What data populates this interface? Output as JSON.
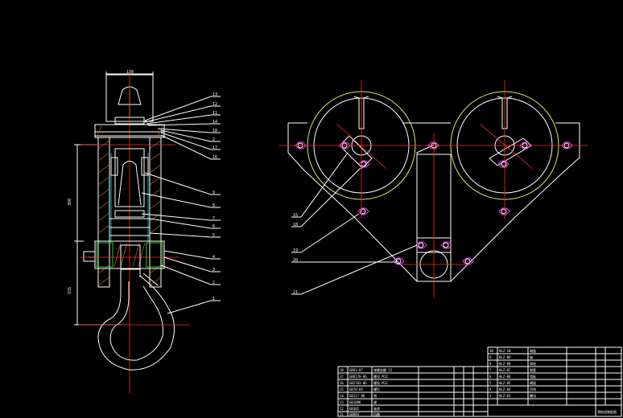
{
  "drawing": {
    "title_block_name": "滑轮组装配图",
    "dimension_top": "120",
    "dimension_left_upper": "360",
    "dimension_left_lower": "155"
  },
  "side_view_callouts": [
    "13",
    "12",
    "11",
    "14",
    "10",
    "2",
    "17",
    "16",
    "9",
    "8",
    "7",
    "6",
    "5",
    "4",
    "3",
    "2",
    "1"
  ],
  "front_view_callouts": [
    "15",
    "18",
    "19",
    "20",
    "21"
  ],
  "parts_list_left": [
    {
      "no": "18",
      "code": "GB93-87",
      "name": "弹簧垫圈 12"
    },
    {
      "no": "17",
      "code": "GB6170-86",
      "name": "螺母 M12"
    },
    {
      "no": "16",
      "code": "GB5783-86",
      "name": "螺栓 M12"
    },
    {
      "no": "15",
      "code": "GB70-85",
      "name": "螺钉"
    },
    {
      "no": "14",
      "code": "GB117-86",
      "name": "销"
    },
    {
      "no": "13",
      "code": "GB1096",
      "name": "键"
    },
    {
      "no": "12",
      "code": "GB301",
      "name": "轴承"
    },
    {
      "no": "11",
      "code": "GB894",
      "name": "挡圈"
    }
  ],
  "parts_list_right": [
    {
      "no": "10",
      "code": "HLZ-10",
      "name": "端盖"
    },
    {
      "no": "9",
      "code": "HLZ-09",
      "name": "轴"
    },
    {
      "no": "8",
      "code": "HLZ-08",
      "name": "滑轮"
    },
    {
      "no": "7",
      "code": "HLZ-07",
      "name": "隔套"
    },
    {
      "no": "6",
      "code": "HLZ-06",
      "name": "墙板"
    },
    {
      "no": "5",
      "code": "HLZ-05",
      "name": "横梁"
    },
    {
      "no": "4",
      "code": "HLZ-04",
      "name": "吊钩"
    },
    {
      "no": "3",
      "code": "HLZ-03",
      "name": "螺母"
    }
  ],
  "palette": {
    "outline": "#ffffff",
    "centerline": "#ff2a2a",
    "hidden": "#18d4d4",
    "pulley_rim": "#e5e06a",
    "bolt": "#ff30ff",
    "hatch": "#d07040"
  }
}
